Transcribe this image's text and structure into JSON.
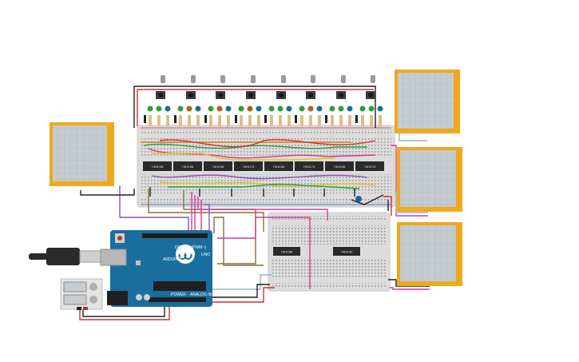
{
  "chips_top": [
    "74HC08",
    "74HC08",
    "74HC08",
    "74HC74",
    "74HC08",
    "74HC74",
    "74HC08",
    "74HC74"
  ],
  "chips_bottom": [
    "74HC86",
    "74HC32"
  ],
  "arduino": {
    "brand": "ARDUINO",
    "model": "UNO",
    "digital_label": "DIGITAL (PWM~)",
    "power_label": "POWER",
    "analog_label": "ANALOG IN"
  },
  "colors": {
    "board_blue": "#1a6e9e",
    "breadboard": "#e4e4e4",
    "scope_frame": "#f0a81c",
    "scope_screen": "#c5ccd0"
  }
}
